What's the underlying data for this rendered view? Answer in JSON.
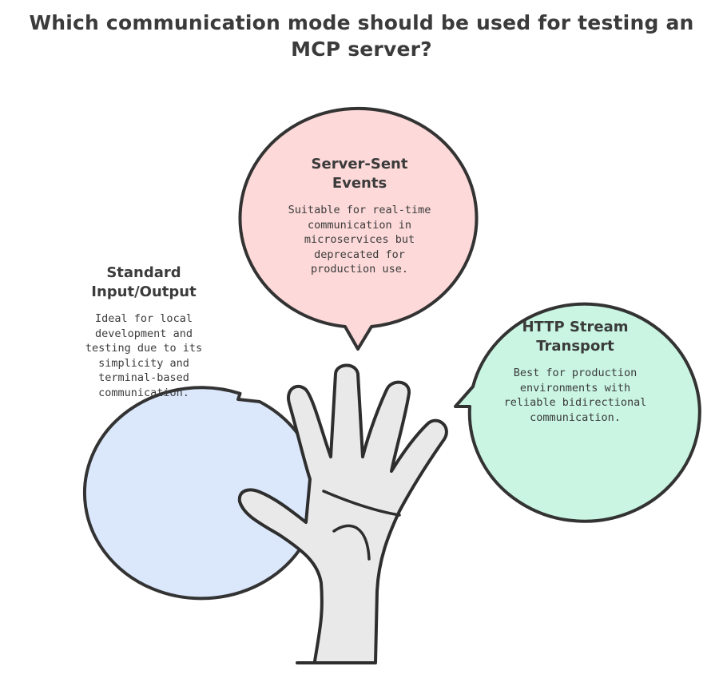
{
  "title": "Which communication mode should be used for testing an MCP server?",
  "options": {
    "stdio": {
      "heading_line1": "Standard",
      "heading_line2": "Input/Output",
      "desc_lines": [
        "Ideal for local",
        "development and",
        "testing due to its",
        "simplicity and",
        "terminal-based",
        "communication."
      ],
      "color": "#dbe8fc"
    },
    "sse": {
      "heading_line1": "Server-Sent",
      "heading_line2": "Events",
      "desc_lines": [
        "Suitable for real-time",
        "communication in",
        "microservices but",
        "deprecated for",
        "production use."
      ],
      "color": "#fdd9d9"
    },
    "http": {
      "heading_line1": "HTTP Stream",
      "heading_line2": "Transport",
      "desc_lines": [
        "Best for production",
        "environments with",
        "reliable bidirectional",
        "communication."
      ],
      "color": "#c9f5e2"
    }
  },
  "hand": {
    "fill": "#e9e9e9",
    "stroke": "#2e2e2e"
  }
}
